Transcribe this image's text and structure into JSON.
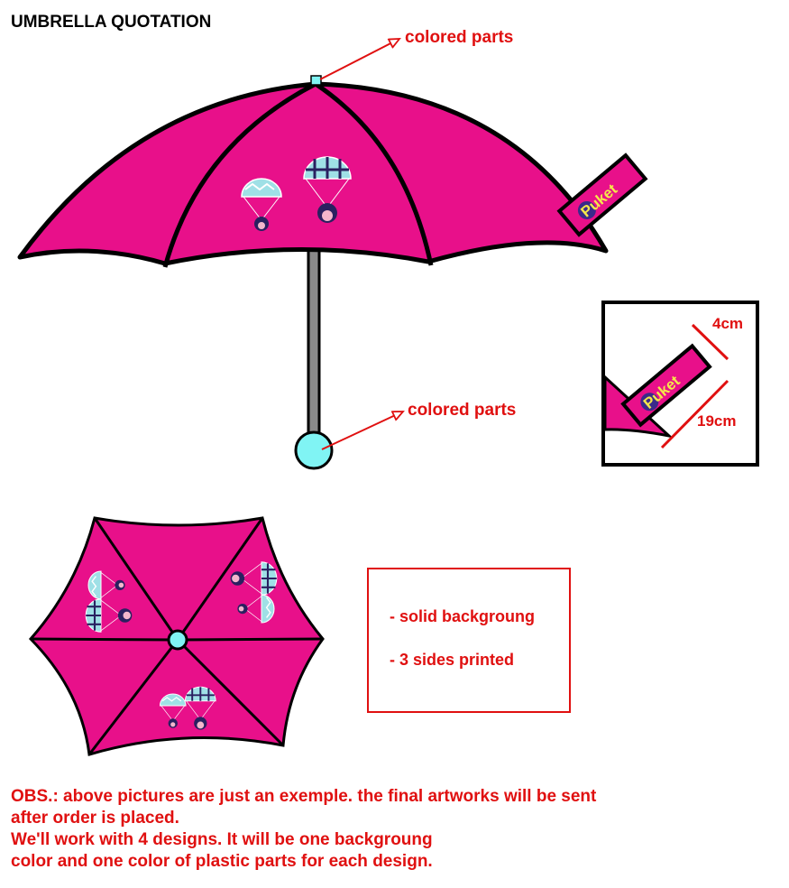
{
  "title": "UMBRELLA QUOTATION",
  "callouts": {
    "top": "colored parts",
    "handle": "colored parts"
  },
  "tag": {
    "brand": "Puket"
  },
  "inset": {
    "width_label": "4cm",
    "length_label": "19cm",
    "brand": "Puket"
  },
  "spec_box": {
    "items": [
      "- solid backgroung",
      "- 3 sides printed"
    ]
  },
  "notes": {
    "lines": [
      "OBS.: above pictures are just an exemple. the final artworks will be sent",
      "after order is placed.",
      "We'll work with 4 designs. It will be one backgroung",
      "color and one color of plastic parts for each design."
    ]
  },
  "colors": {
    "canopy": "#e8108a",
    "plastic": "#80f4f4",
    "annotation": "#e01010"
  }
}
